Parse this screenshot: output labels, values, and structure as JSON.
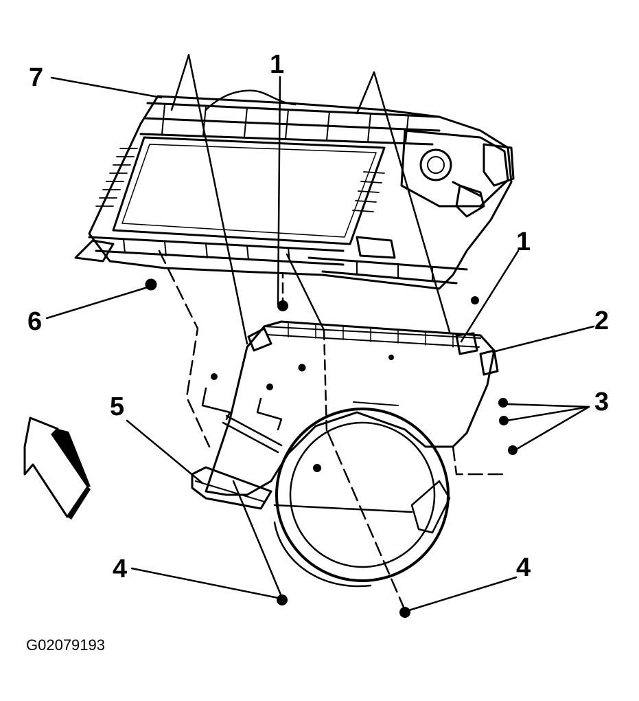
{
  "callouts": [
    "7",
    "1",
    "1",
    "2",
    "3",
    "6",
    "5",
    "4",
    "4"
  ],
  "figure_id": "G02079193",
  "colors": {
    "ink": "#000000",
    "background": "#ffffff"
  },
  "icons": {
    "direction_arrow": "arrow-up-left-icon"
  }
}
